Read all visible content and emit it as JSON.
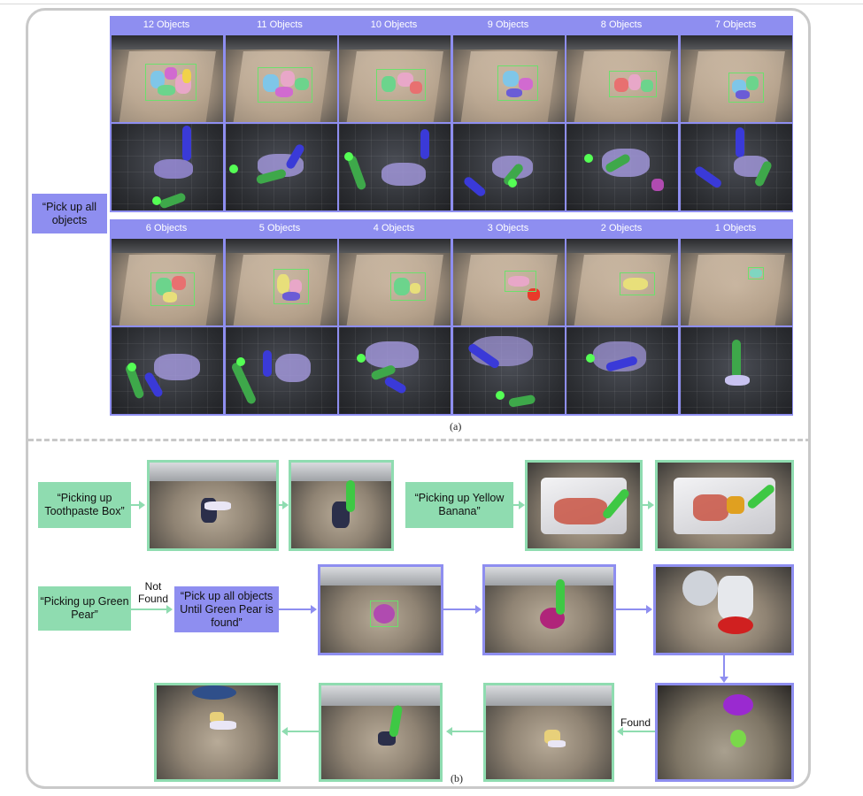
{
  "part_a": {
    "caption": "(a)",
    "prompt": "“Pick up all objects",
    "rows": [
      {
        "headers": [
          "12 Objects",
          "11 Objects",
          "10 Objects",
          "9 Objects",
          "8 Objects",
          "7 Objects"
        ]
      },
      {
        "headers": [
          "6 Objects",
          "5 Objects",
          "4 Objects",
          "3 Objects",
          "2 Objects",
          "1 Objects"
        ]
      }
    ]
  },
  "part_b": {
    "caption": "(b)",
    "toothpaste_label": "“Picking up Toothpaste Box”",
    "banana_label": "“Picking up Yellow Banana”",
    "pear_label": "“Picking up Green Pear”",
    "not_found": "Not Found",
    "fallback_label": "“Pick up all objects Until Green Pear is found”",
    "found": "Found"
  },
  "colors": {
    "violet": "#8e8ef0",
    "green": "#8fdcb0",
    "frame": "#c9c9c9"
  }
}
